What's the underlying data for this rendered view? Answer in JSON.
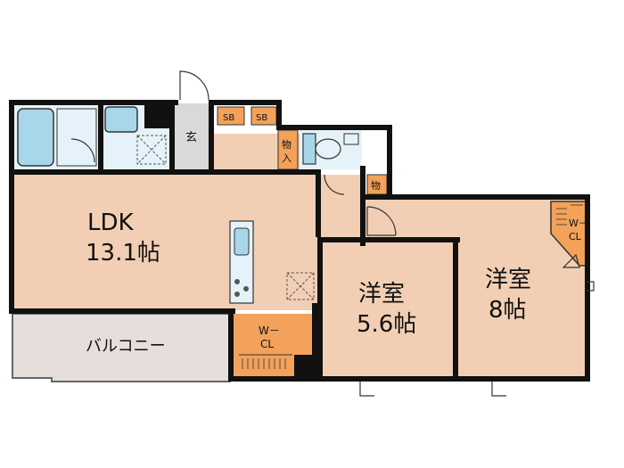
{
  "rooms": {
    "ldk": {
      "name": "LDK",
      "size": "13.1帖"
    },
    "room1": {
      "name": "洋室",
      "size": "5.6帖"
    },
    "room2": {
      "name": "洋室",
      "size": "8帖"
    },
    "balcony": {
      "name": "バルコニー"
    },
    "entrance": {
      "name": "玄"
    },
    "wcl1": {
      "line1": "W－",
      "line2": "CL"
    },
    "wcl2": {
      "line1": "W－",
      "line2": "CL"
    },
    "sb1": {
      "name": "SB"
    },
    "sb2": {
      "name": "SB"
    },
    "storage1": {
      "line1": "物",
      "line2": "入"
    },
    "storage2": {
      "name": "物"
    }
  },
  "colors": {
    "floor": "#f2cfb4",
    "wet": "#e6f2f9",
    "fixture": "#a9d7ea",
    "storage": "#f2a25a",
    "balcony": "#e6dedb",
    "entrance": "#d9d9d9",
    "wall": "#111111"
  }
}
